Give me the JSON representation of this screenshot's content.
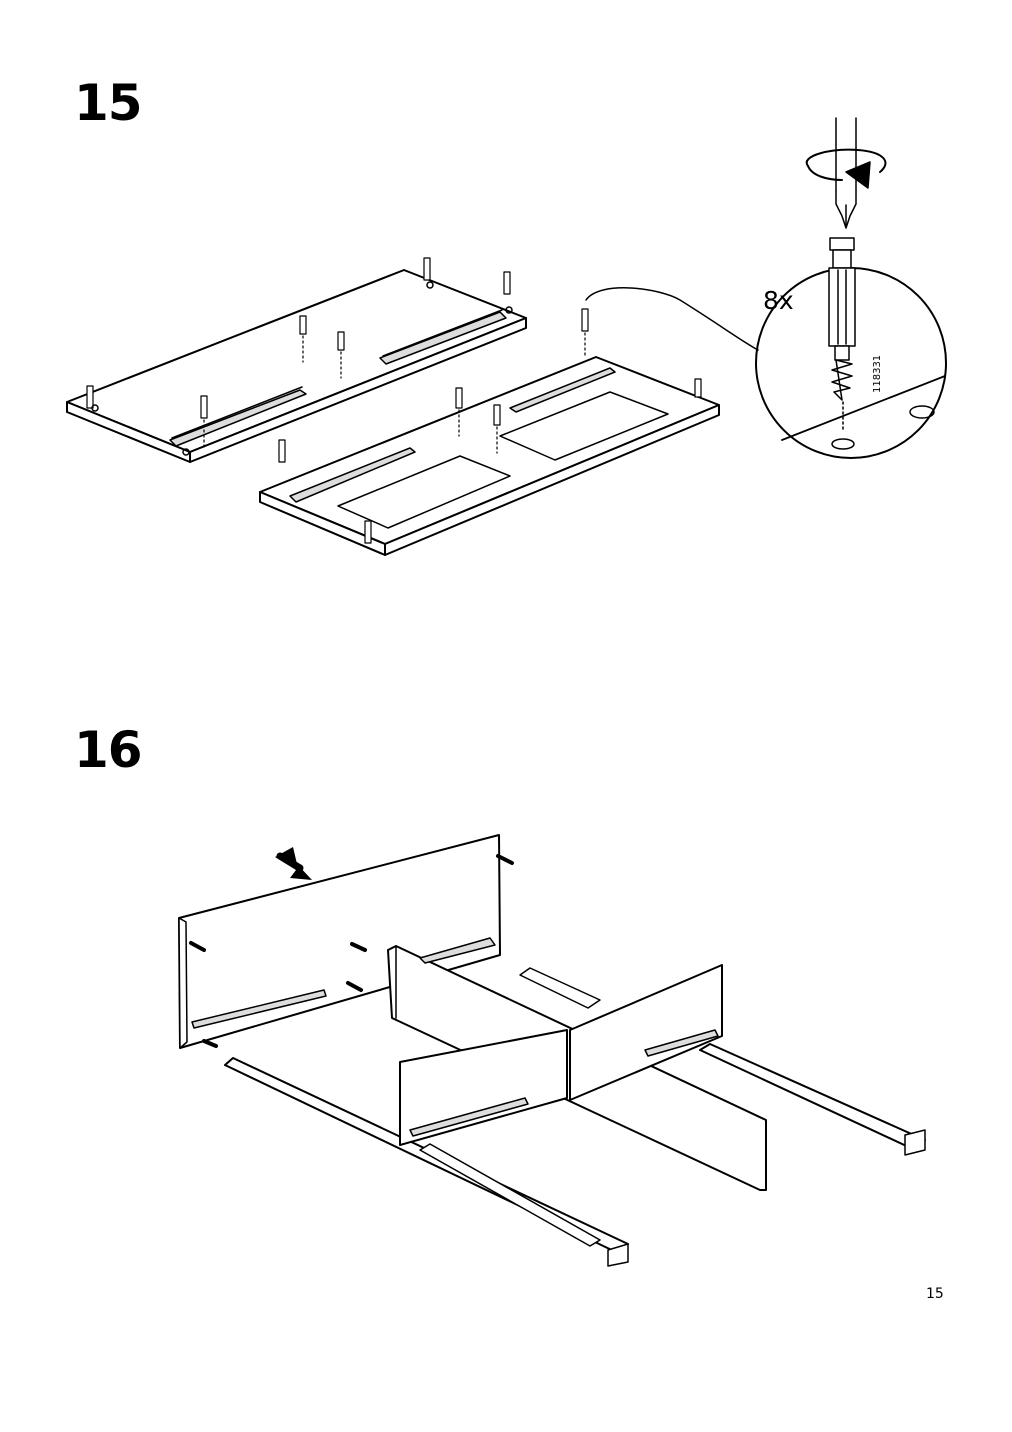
{
  "steps": [
    {
      "number": "15",
      "callout": {
        "quantity": "8x",
        "part_number": "118331"
      }
    },
    {
      "number": "16"
    }
  ],
  "page_number": "15",
  "icons": [
    "screwdriver-icon",
    "rotation-arrow-icon",
    "dowel-screw-icon",
    "push-arrow-icon"
  ]
}
